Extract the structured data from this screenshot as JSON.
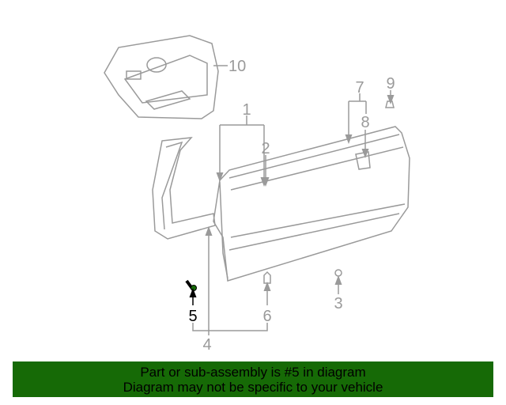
{
  "diagram": {
    "callouts": [
      "1",
      "2",
      "3",
      "4",
      "5",
      "6",
      "7",
      "8",
      "9",
      "10"
    ],
    "highlighted_callout": "5",
    "highlight_color": "#166a06",
    "line_color": "#9a9a9a"
  },
  "banner": {
    "line1": "Part or sub-assembly is #5 in diagram",
    "line2": "Diagram may not be specific to your vehicle",
    "background": "#166a06"
  }
}
